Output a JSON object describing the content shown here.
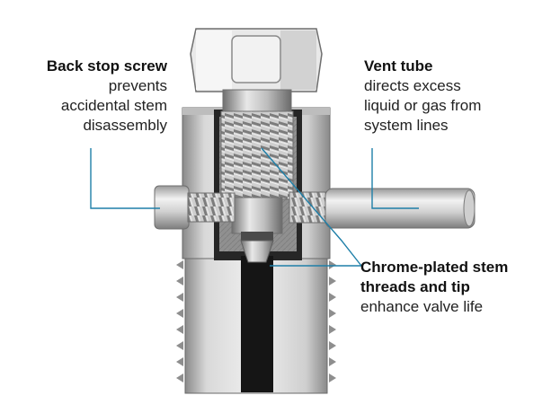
{
  "callouts": {
    "back_stop_screw": {
      "title": "Back stop screw",
      "description": "prevents\naccidental stem\ndisassembly"
    },
    "vent_tube": {
      "title": "Vent tube",
      "description": "directs excess\nliquid or gas from\nsystem lines"
    },
    "chrome_stem": {
      "title": "Chrome-plated stem\nthreads and tip",
      "description": "enhance valve life"
    }
  },
  "colors": {
    "leader_line": "#1e7fa8",
    "metal_light": "#e6e6e6",
    "metal_mid": "#b4b4b4",
    "metal_dark": "#7a7a7a",
    "cavity": "#1a1a1a"
  }
}
